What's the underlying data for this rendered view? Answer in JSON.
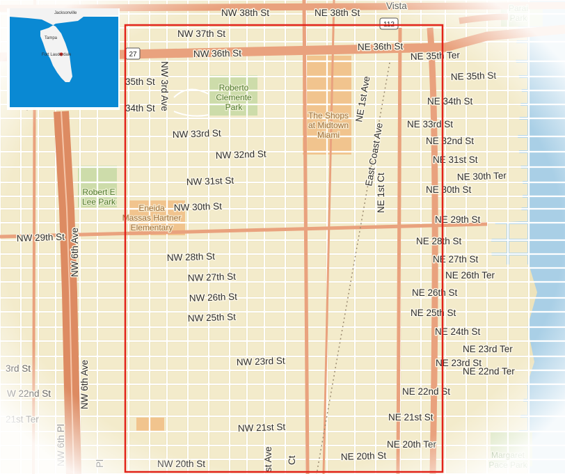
{
  "map": {
    "colors": {
      "land": "#ede3bc",
      "block": "#f3ebcb",
      "road_minor": "#ffffff",
      "road_major": "#e9a27e",
      "highway": "#dd8b62",
      "water": "#a9cfe6",
      "park": "#cddcaa",
      "poi": "#f1c48e",
      "study_area": "#e2231a",
      "inset_water": "#0a89d3",
      "inset_land": "#f3f3f3"
    },
    "streets": [
      {
        "id": "nw38",
        "text": "NW 38th St"
      },
      {
        "id": "ne38",
        "text": "NE 38th St"
      },
      {
        "id": "vista",
        "text": "Vista"
      },
      {
        "id": "nw37",
        "text": "NW 37th St"
      },
      {
        "id": "nw36",
        "text": "NW 36th St"
      },
      {
        "id": "ne36",
        "text": "NE 36th St"
      },
      {
        "id": "ne35ter",
        "text": "NE 35th Ter"
      },
      {
        "id": "ne35",
        "text": "NE 35th St"
      },
      {
        "id": "w35",
        "text": "35th St"
      },
      {
        "id": "nw3ave",
        "text": "NW 3rd Ave"
      },
      {
        "id": "w34",
        "text": "34th St"
      },
      {
        "id": "ne34",
        "text": "NE 34th St"
      },
      {
        "id": "ne1ave",
        "text": "NE 1st Ave"
      },
      {
        "id": "nw33",
        "text": "NW 33rd St"
      },
      {
        "id": "ne33",
        "text": "NE 33rd St"
      },
      {
        "id": "ne32",
        "text": "NE 32nd St"
      },
      {
        "id": "ecave",
        "text": "East Coast Ave"
      },
      {
        "id": "nw32",
        "text": "NW 32nd St"
      },
      {
        "id": "ne31",
        "text": "NE 31st St"
      },
      {
        "id": "ne30ter",
        "text": "NE 30th Ter"
      },
      {
        "id": "nw31",
        "text": "NW 31st St"
      },
      {
        "id": "ne30",
        "text": "NE 30th St"
      },
      {
        "id": "ne1ct",
        "text": "NE 1st Ct"
      },
      {
        "id": "nw30",
        "text": "NW 30th St"
      },
      {
        "id": "ne29",
        "text": "NE 29th St"
      },
      {
        "id": "nw29",
        "text": "NW 29th St"
      },
      {
        "id": "nw6ave_n",
        "text": "NW 6th Ave"
      },
      {
        "id": "ne28",
        "text": "NE 28th St"
      },
      {
        "id": "nw28",
        "text": "NW 28th St"
      },
      {
        "id": "ne27",
        "text": "NE 27th St"
      },
      {
        "id": "ne26ter",
        "text": "NE 26th Ter"
      },
      {
        "id": "nw27",
        "text": "NW 27th St"
      },
      {
        "id": "ne26",
        "text": "NE 26th St"
      },
      {
        "id": "nw26",
        "text": "NW 26th St"
      },
      {
        "id": "ne25",
        "text": "NE 25th St"
      },
      {
        "id": "nw25",
        "text": "NW 25th St"
      },
      {
        "id": "ne24",
        "text": "NE 24th St"
      },
      {
        "id": "ne23ter",
        "text": "NE 23rd Ter"
      },
      {
        "id": "w23",
        "text": "3rd St"
      },
      {
        "id": "nw23",
        "text": "NW 23rd St"
      },
      {
        "id": "ne23",
        "text": "NE 23rd St"
      },
      {
        "id": "ne22ter",
        "text": "NE 22nd Ter"
      },
      {
        "id": "nw6ave_s",
        "text": "NW 6th Ave"
      },
      {
        "id": "w22",
        "text": "W 22nd St"
      },
      {
        "id": "ne22",
        "text": "NE 22nd St"
      },
      {
        "id": "w21ter",
        "text": "21st Ter"
      },
      {
        "id": "nw6pl",
        "text": "NW 6th Pl"
      },
      {
        "id": "ne21",
        "text": "NE 21st St"
      },
      {
        "id": "nw21",
        "text": "NW 21st St"
      },
      {
        "id": "ne20ter",
        "text": "NE 20th Ter"
      },
      {
        "id": "pl",
        "text": "Pl"
      },
      {
        "id": "stave",
        "text": "st Ave"
      },
      {
        "id": "ct",
        "text": "Ct"
      },
      {
        "id": "nw20",
        "text": "NW 20th St"
      },
      {
        "id": "ne20",
        "text": "NE 20th St"
      }
    ],
    "places": [
      {
        "id": "clemente",
        "text": [
          "Roberto",
          "Clemente",
          "Park"
        ],
        "kind": "park"
      },
      {
        "id": "shops",
        "text": [
          "The Shops",
          "at Midtown",
          "Miami"
        ],
        "kind": "poi"
      },
      {
        "id": "lee",
        "text": [
          "Robert E",
          "Lee Park"
        ],
        "kind": "park"
      },
      {
        "id": "school",
        "text": [
          "Eneida",
          "Massas Hartner",
          "Elementary"
        ],
        "kind": "poi"
      },
      {
        "id": "margaret",
        "text": [
          "Margaret",
          "Pace Park"
        ],
        "kind": "park"
      },
      {
        "id": "paraiso",
        "text": [
          "Parai",
          "Park"
        ],
        "kind": "park"
      }
    ],
    "shields": [
      {
        "id": "us27",
        "text": "27"
      },
      {
        "id": "us112",
        "text": "112"
      }
    ],
    "inset": {
      "labels": [
        {
          "id": "jacksonville",
          "text": "Jacksonville"
        },
        {
          "id": "tampa",
          "text": "Tampa"
        },
        {
          "id": "miami",
          "text": "Fort Lauderdale"
        }
      ]
    }
  }
}
